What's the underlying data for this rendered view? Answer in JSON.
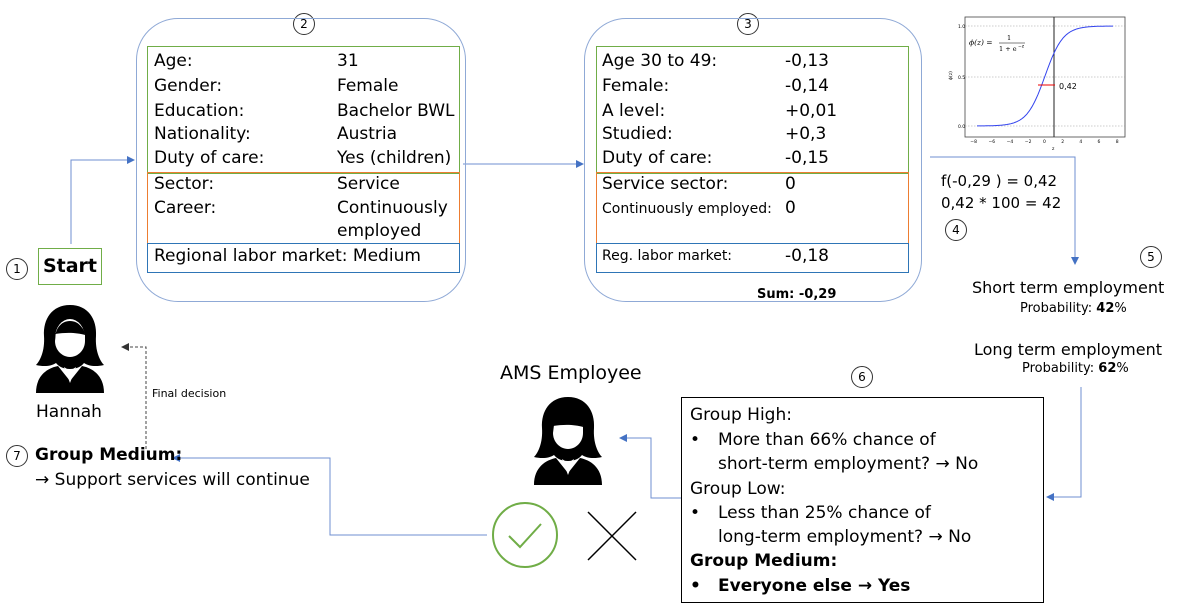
{
  "steps": {
    "s1": "1",
    "s2": "2",
    "s3": "3",
    "s4": "4",
    "s5": "5",
    "s6": "6",
    "s7": "7"
  },
  "start_label": "Start",
  "person_name": "Hannah",
  "final_decision": "Final decision",
  "profile": {
    "rows": [
      {
        "k": "Age:",
        "v": "31"
      },
      {
        "k": "Gender:",
        "v": "Female"
      },
      {
        "k": "Education:",
        "v": "Bachelor BWL"
      },
      {
        "k": "Nationality:",
        "v": "Austria"
      },
      {
        "k": "Duty of care:",
        "v": "Yes (children)"
      },
      {
        "k": "Sector:",
        "v": "Service"
      },
      {
        "k": "Career:",
        "v": "Continuously"
      },
      {
        "k": "",
        "v": "employed"
      }
    ],
    "regional": "Regional labor market: Medium"
  },
  "weights": {
    "rows": [
      {
        "k": "Age 30 to 49:",
        "v": "-0,13"
      },
      {
        "k": "Female:",
        "v": "-0,14"
      },
      {
        "k": "A level:",
        "v": "+0,01"
      },
      {
        "k": "Studied:",
        "v": "+0,3"
      },
      {
        "k": "Duty of care:",
        "v": "-0,15"
      },
      {
        "k": "Service sector:",
        "v": "0"
      },
      {
        "k": "Continuously employed:",
        "v": "0"
      },
      {
        "k": "Reg. labor market:",
        "v": "-0,18"
      }
    ],
    "sum": "Sum: -0,29"
  },
  "sigmoid": {
    "formula_lhs": "ϕ(z) =",
    "formula_num": "1",
    "formula_den": "1 + e",
    "formula_exp": "−z",
    "ylabel": "ϕ(z)",
    "xlabel": "z",
    "point_label": "0,42",
    "xticks": [
      "−8",
      "−6",
      "−4",
      "−2",
      "0",
      "2",
      "4",
      "6",
      "8"
    ],
    "yticks": [
      "1.0",
      "0.5",
      "0.0"
    ]
  },
  "calc": {
    "line1": "f(-0,29 ) = 0,42",
    "line2": "0,42 * 100 = 42"
  },
  "short_term": {
    "title": "Short term employment",
    "prob_label": "Probability: ",
    "prob_value": "42",
    "pct": "%"
  },
  "long_term": {
    "title": "Long term employment",
    "prob_label": "Probability: ",
    "prob_value": "62",
    "pct": "%"
  },
  "ams_employee": "AMS Employee",
  "decision": {
    "high_title": "Group High:",
    "high_bullet_1": "More than 66% chance of",
    "high_bullet_2": "short-term employment? → No",
    "low_title": "Group Low:",
    "low_bullet_1": "Less than 25% chance of",
    "low_bullet_2": "long-term employment? → No",
    "medium_title": "Group Medium:",
    "medium_bullet": "Everyone else → Yes",
    "bullet": "•"
  },
  "result": {
    "title": "Group Medium:",
    "text": "→ Support services will continue"
  },
  "colors": {
    "green": "#70ad47",
    "orange": "#ed7d31",
    "blue": "#2e75b6",
    "arrow": "#4472c4"
  }
}
